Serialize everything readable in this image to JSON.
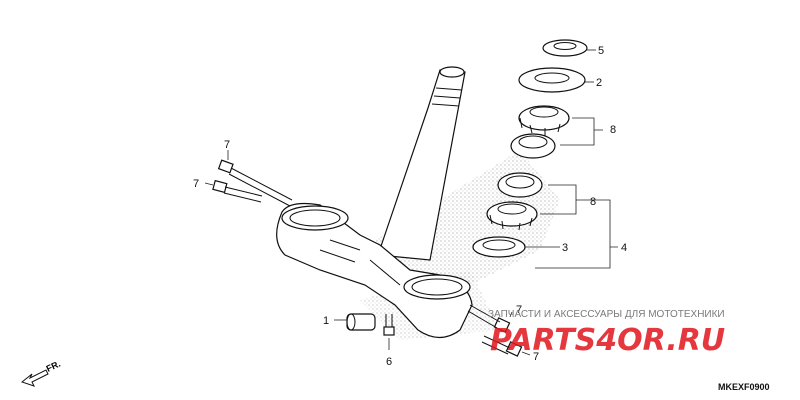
{
  "diagram": {
    "code": "MKEXF0900",
    "direction_label": "FR.",
    "callouts": {
      "c1": "1",
      "c2": "2",
      "c3": "3",
      "c4": "4",
      "c5": "5",
      "c6": "6",
      "c7a": "7",
      "c7b": "7",
      "c7c": "7",
      "c7d": "7",
      "c8a": "8",
      "c8b": "8"
    }
  },
  "watermark": {
    "text": "ЗАПЧАСТИ И АКСЕССУАРЫ ДЛЯ МОТОТЕХНИКИ",
    "logo": "PARTS4OR.RU",
    "logo_color": "#e0151c"
  }
}
